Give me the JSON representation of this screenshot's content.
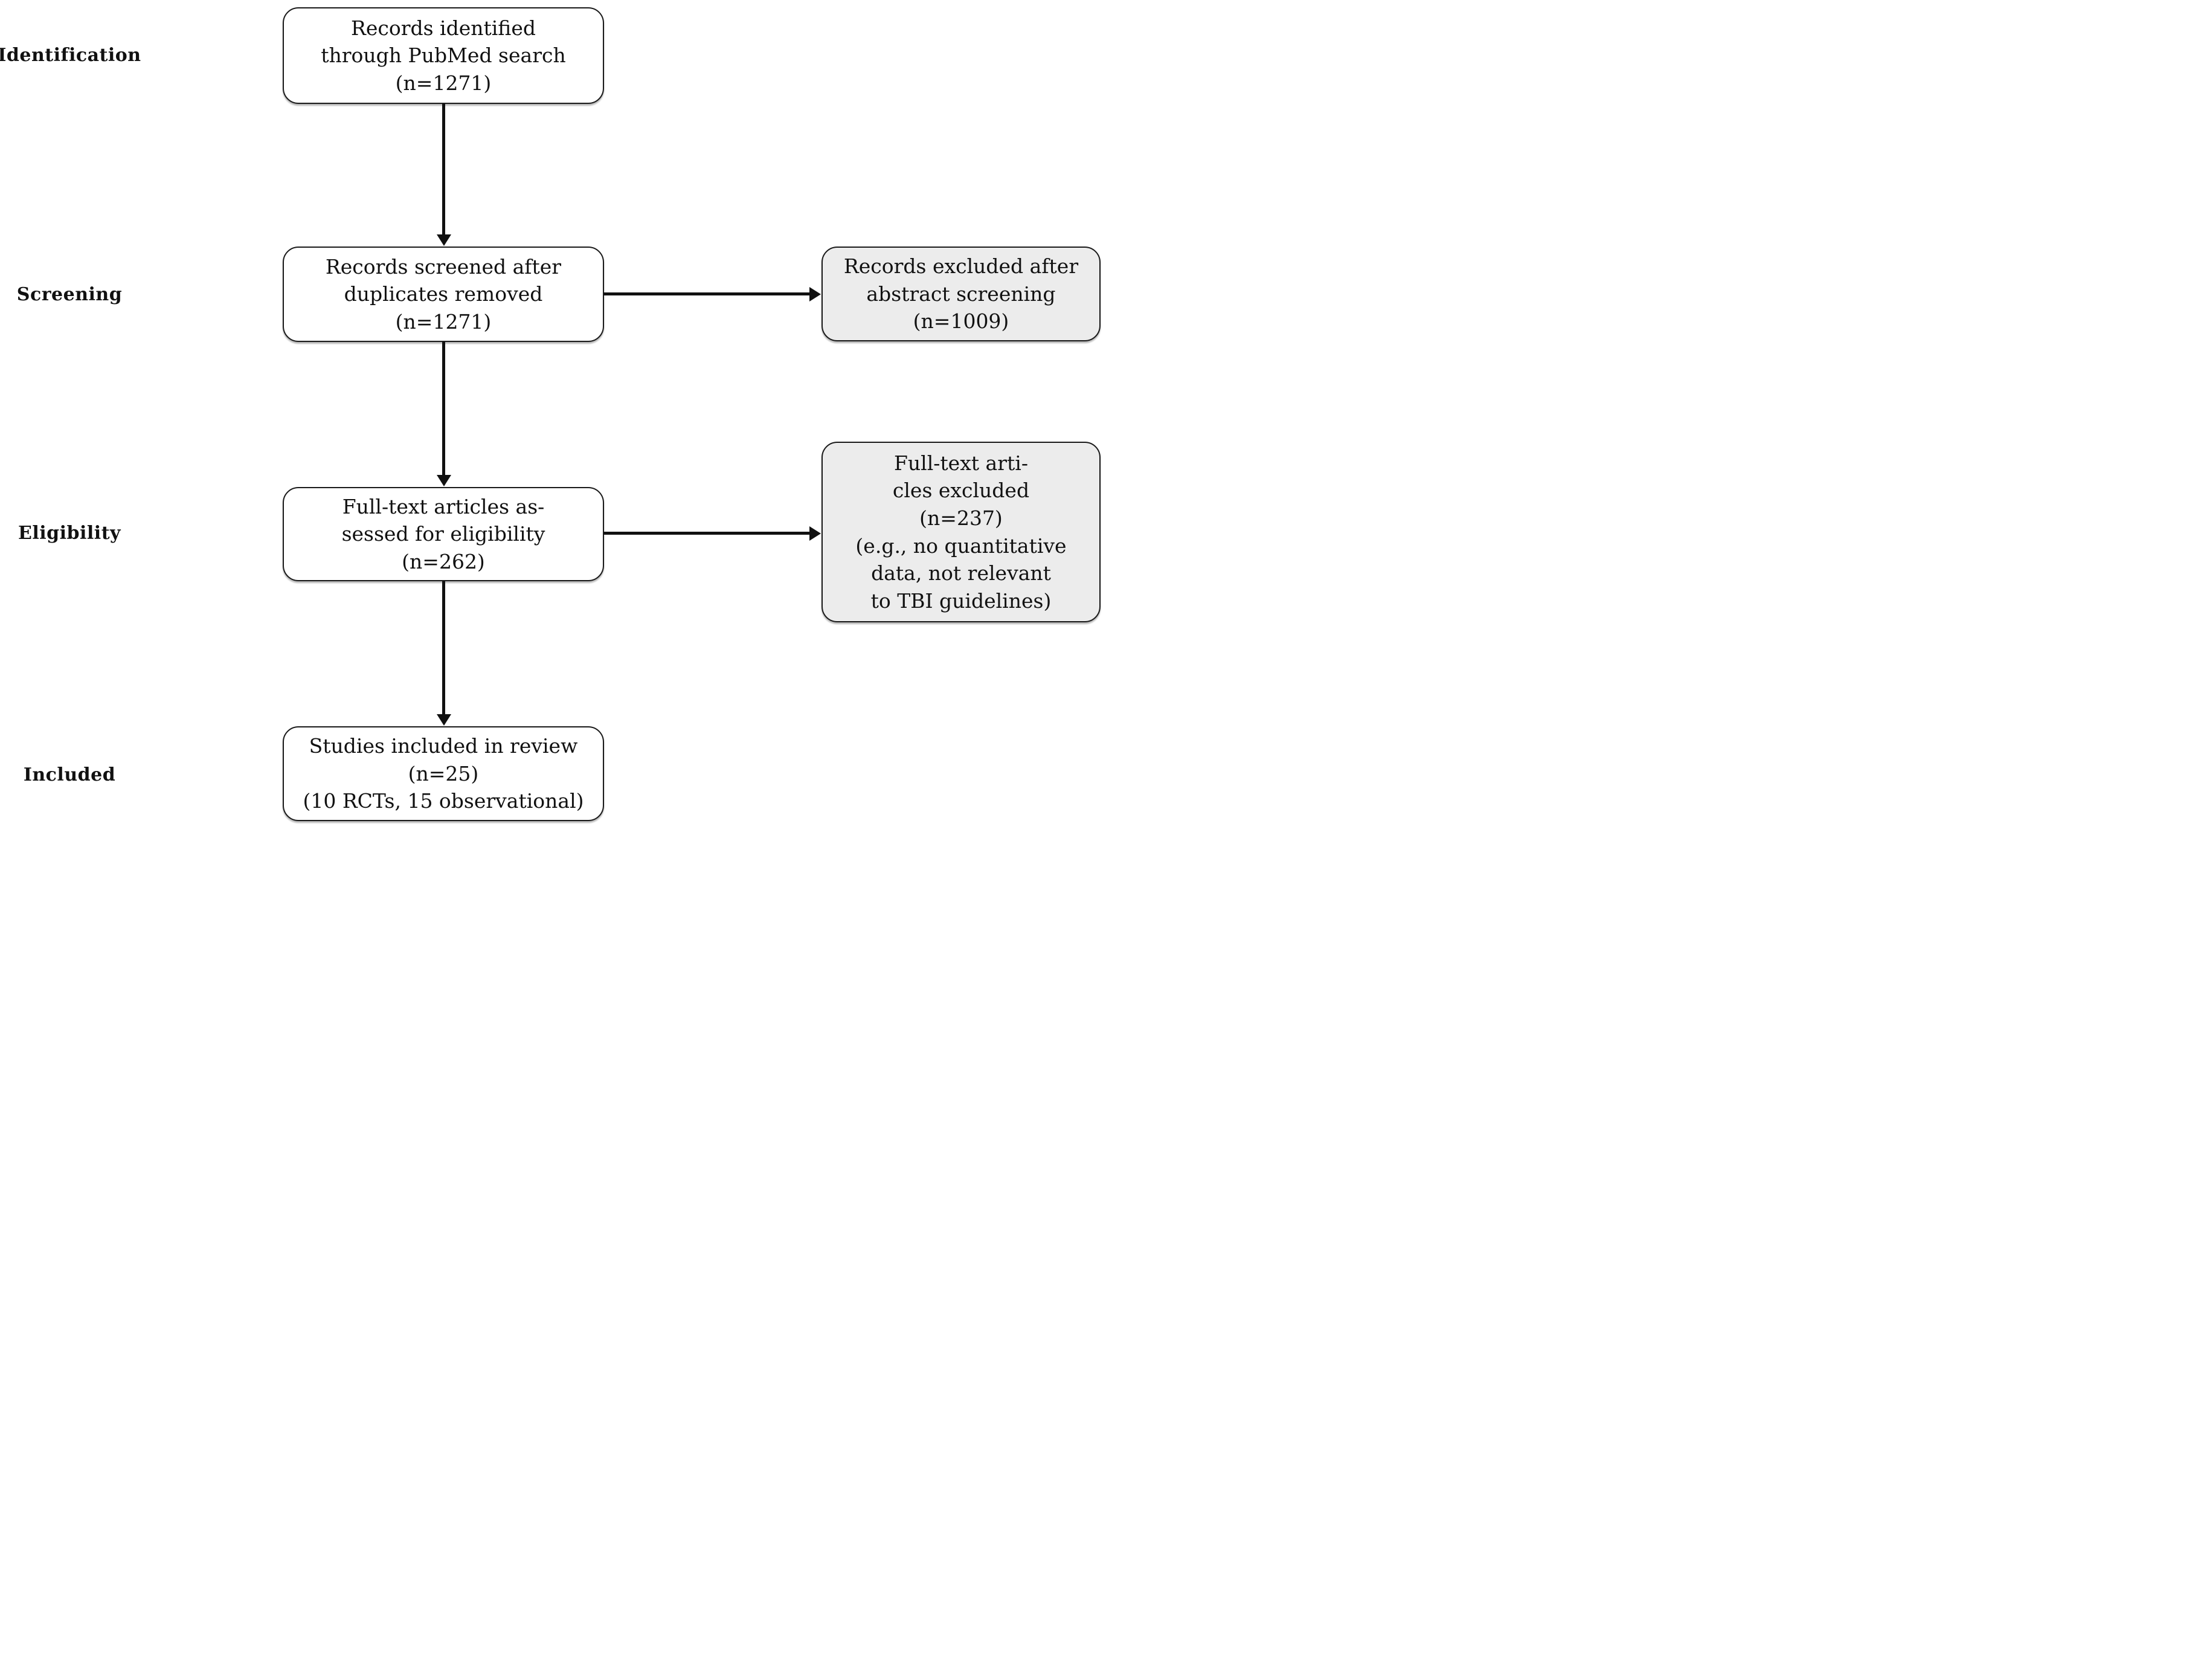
{
  "stages": [
    {
      "label": "Identification"
    },
    {
      "label": "Screening"
    },
    {
      "label": "Eligibility"
    },
    {
      "label": "Included"
    }
  ],
  "main_boxes": [
    {
      "id": "records-identified",
      "text": "Records identified\nthrough PubMed search\n(n=1271)"
    },
    {
      "id": "records-screened",
      "text": "Records screened after\nduplicates removed\n(n=1271)"
    },
    {
      "id": "fulltext-assessed",
      "text": "Full-text articles as-\nsessed for eligibility\n(n=262)"
    },
    {
      "id": "studies-included",
      "text": "Studies included in review\n(n=25)\n(10 RCTs, 15 observational)"
    }
  ],
  "side_boxes": [
    {
      "id": "records-excluded",
      "text": "Records excluded after\nabstract screening\n(n=1009)"
    },
    {
      "id": "fulltext-excluded",
      "text": "Full-text arti-\ncles excluded\n(n=237)\n(e.g., no quantitative\ndata, not relevant\nto TBI guidelines)"
    }
  ],
  "counts": {
    "identified": 1271,
    "screened": 1271,
    "excluded_abstract": 1009,
    "fulltext_assessed": 262,
    "fulltext_excluded": 237,
    "included": 25,
    "included_rcts": 10,
    "included_observational": 15
  },
  "colors": {
    "page_bg": "#ffffff",
    "box_border": "#1a1a1a",
    "main_box_bg": "#ffffff",
    "side_box_bg": "#ececec",
    "arrow": "#111111",
    "text": "#111111"
  }
}
